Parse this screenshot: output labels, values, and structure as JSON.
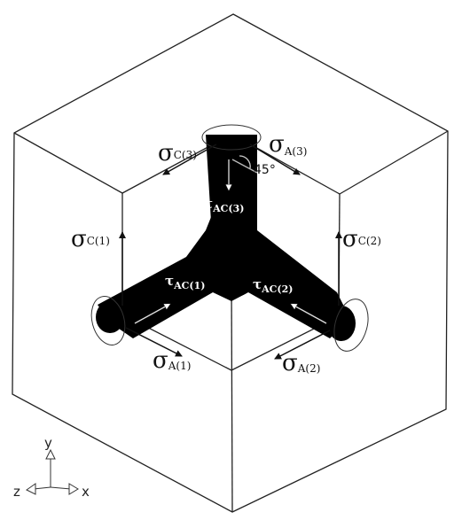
{
  "labels": {
    "sigma_c3": {
      "sym": "σ",
      "sub": "C(3)"
    },
    "sigma_a3": {
      "sym": "σ",
      "sub": "A(3)"
    },
    "sigma_c1": {
      "sym": "σ",
      "sub": "C(1)"
    },
    "sigma_c2": {
      "sym": "σ",
      "sub": "C(2)"
    },
    "sigma_a1": {
      "sym": "σ",
      "sub": "A(1)"
    },
    "sigma_a2": {
      "sym": "σ",
      "sub": "A(2)"
    },
    "tau_ac3": {
      "sym": "τ",
      "sub": "AC(3)"
    },
    "tau_ac1": {
      "sym": "τ",
      "sub": "AC(1)"
    },
    "tau_ac2": {
      "sym": "τ",
      "sub": "AC(2)"
    },
    "angle": "45°"
  },
  "axes": {
    "y": "y",
    "z": "z",
    "x": "x"
  },
  "colors": {
    "ink": "#111111",
    "specimen": "#000000",
    "background": "#ffffff"
  }
}
